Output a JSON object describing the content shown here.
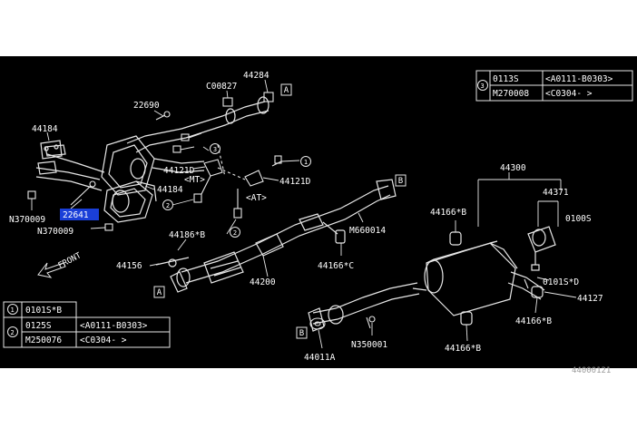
{
  "diagram": {
    "callouts": {
      "c44284": "44284",
      "c00827": "C00827",
      "c22690": "22690",
      "c44184a": "44184",
      "c44184b": "44184",
      "c44121d_mt": "44121D",
      "c44121d_at": "44121D",
      "mt": "<MT>",
      "at": "<AT>",
      "c22641": "22641",
      "n370009a": "N370009",
      "n370009b": "N370009",
      "c44186b": "44186*B",
      "c44156": "44156",
      "c44200": "44200",
      "c44300": "44300",
      "c44371": "44371",
      "c0100s": "0100S",
      "c44166b_a": "44166*B",
      "m660014": "M660014",
      "c44166c": "44166*C",
      "c0101sd": "0101S*D",
      "c44127": "44127",
      "c44166b_b": "44166*B",
      "c44166b_c": "44166*B",
      "n350001": "N350001",
      "c44011a": "44011A",
      "front": "FRONT",
      "ref_a": "A",
      "ref_b": "B",
      "num1": "1",
      "num2": "2",
      "num3": "3",
      "partial_id": "44000121"
    },
    "table3": {
      "index": "3",
      "rows": [
        {
          "part": "0113S",
          "range": "<A0111-B0303>"
        },
        {
          "part": "M270008",
          "range": "<C0304-     >"
        }
      ]
    },
    "table12": {
      "row1": {
        "index": "1",
        "part": "0101S*B"
      },
      "index2": "2",
      "rows": [
        {
          "part": "0125S",
          "range": "<A0111-B0303>"
        },
        {
          "part": "M250076",
          "range": "<C0304-     >"
        }
      ]
    }
  }
}
